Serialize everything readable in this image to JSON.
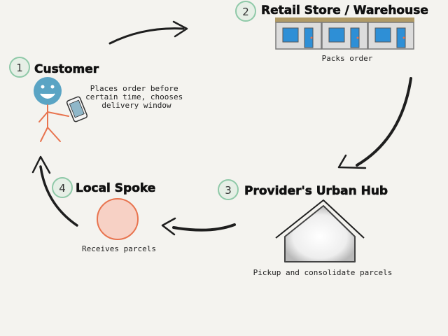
{
  "steps": [
    {
      "number": "1",
      "title": "Customer",
      "note_lines": [
        "Places order before",
        "certain time, chooses",
        "delivery window"
      ]
    },
    {
      "number": "2",
      "title": "Retail Store / Warehouse",
      "note_lines": [
        "Packs order"
      ]
    },
    {
      "number": "3",
      "title": "Provider's Urban Hub",
      "note_lines": [
        "Pickup and consolidate parcels"
      ]
    },
    {
      "number": "4",
      "title": "Local Spoke",
      "note_lines": [
        "Receives parcels"
      ]
    }
  ],
  "colors": {
    "background": "#f4f3ef",
    "badge_fill": "#e6efe6",
    "badge_stroke": "#8fc9a8",
    "customer_head": "#5aa4c4",
    "stick_figure": "#e8744f",
    "spoke_fill": "#f7d1c5",
    "spoke_stroke": "#e8744f",
    "store_window": "#2e8fd6",
    "store_roof": "#b09a66",
    "arrow": "#1e1e1e"
  },
  "icons": [
    "smiley-face-icon",
    "phone-icon",
    "store-icon",
    "house-icon",
    "circle-icon"
  ]
}
